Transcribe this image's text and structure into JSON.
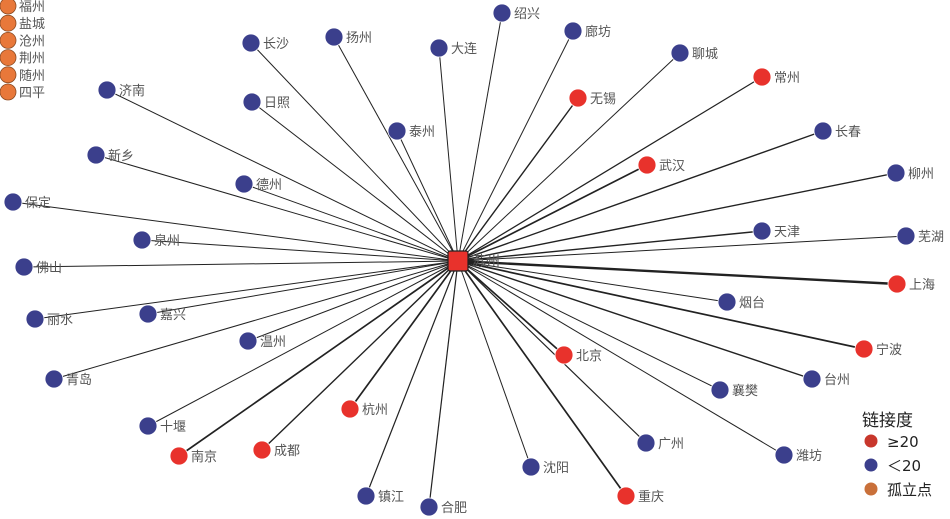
{
  "center": {
    "name": "苏州"
  },
  "colors": {
    "high": "#e8322c",
    "low": "#3b3f8c",
    "isolated": "#e8783a",
    "center": "#e8322c",
    "edge": "#222222",
    "label": "#555555"
  },
  "nodes": [
    {
      "name": "绍兴",
      "type": "low"
    },
    {
      "name": "廊坊",
      "type": "low"
    },
    {
      "name": "长沙",
      "type": "low"
    },
    {
      "name": "扬州",
      "type": "low"
    },
    {
      "name": "大连",
      "type": "low"
    },
    {
      "name": "聊城",
      "type": "low"
    },
    {
      "name": "常州",
      "type": "high"
    },
    {
      "name": "济南",
      "type": "low"
    },
    {
      "name": "无锡",
      "type": "high"
    },
    {
      "name": "日照",
      "type": "low"
    },
    {
      "name": "泰州",
      "type": "low"
    },
    {
      "name": "长春",
      "type": "low"
    },
    {
      "name": "新乡",
      "type": "low"
    },
    {
      "name": "武汉",
      "type": "high"
    },
    {
      "name": "柳州",
      "type": "low"
    },
    {
      "name": "德州",
      "type": "low"
    },
    {
      "name": "保定",
      "type": "low"
    },
    {
      "name": "泉州",
      "type": "low"
    },
    {
      "name": "天津",
      "type": "low"
    },
    {
      "name": "芜湖",
      "type": "low"
    },
    {
      "name": "佛山",
      "type": "low"
    },
    {
      "name": "上海",
      "type": "high"
    },
    {
      "name": "烟台",
      "type": "low"
    },
    {
      "name": "嘉兴",
      "type": "low"
    },
    {
      "name": "丽水",
      "type": "low"
    },
    {
      "name": "温州",
      "type": "low"
    },
    {
      "name": "宁波",
      "type": "high"
    },
    {
      "name": "北京",
      "type": "high"
    },
    {
      "name": "青岛",
      "type": "low"
    },
    {
      "name": "台州",
      "type": "low"
    },
    {
      "name": "襄樊",
      "type": "low"
    },
    {
      "name": "杭州",
      "type": "high"
    },
    {
      "name": "十堰",
      "type": "low"
    },
    {
      "name": "广州",
      "type": "low"
    },
    {
      "name": "南京",
      "type": "high"
    },
    {
      "name": "成都",
      "type": "high"
    },
    {
      "name": "潍坊",
      "type": "low"
    },
    {
      "name": "沈阳",
      "type": "low"
    },
    {
      "name": "镇江",
      "type": "low"
    },
    {
      "name": "重庆",
      "type": "high"
    },
    {
      "name": "合肥",
      "type": "low"
    }
  ],
  "isolated": [
    "福州",
    "盐城",
    "沧州",
    "荆州",
    "随州",
    "四平"
  ],
  "legend": {
    "title": "链接度",
    "items": [
      {
        "label": "≥20",
        "type": "high"
      },
      {
        "label": "＜20",
        "type": "low"
      },
      {
        "label": "孤立点",
        "type": "isolated"
      }
    ]
  }
}
